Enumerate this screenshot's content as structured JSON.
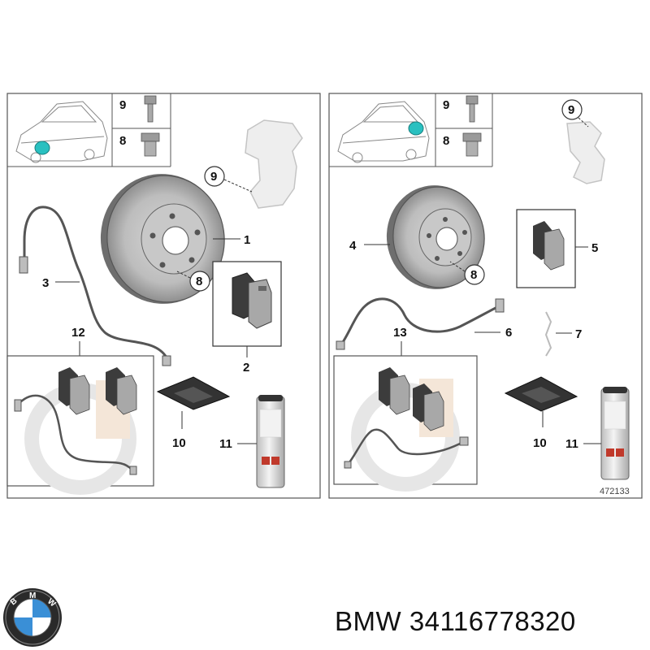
{
  "left_panel": {
    "callouts": {
      "c1": "1",
      "c2": "2",
      "c3": "3",
      "c8": "8",
      "c9": "9",
      "c10": "10",
      "c11": "11",
      "c12": "12",
      "inset_c8": "8",
      "inset_c9": "9"
    }
  },
  "right_panel": {
    "callouts": {
      "c4": "4",
      "c5": "5",
      "c6": "6",
      "c7": "7",
      "c8": "8",
      "c9": "9",
      "c10": "10",
      "c11": "11",
      "c13": "13",
      "inset_c8": "8",
      "inset_c9": "9"
    },
    "reference_number": "472133"
  },
  "footer": {
    "logo_letters": {
      "b1": "B",
      "m": "M",
      "w": "W"
    },
    "part_label": "BMW 34116778320"
  },
  "colors": {
    "frame": "#555555",
    "part_gray": "#9a9a9a",
    "part_dark": "#3c3c3c",
    "highlight_teal": "#29c0c0",
    "bmw_blue": "#3a8fd6"
  }
}
